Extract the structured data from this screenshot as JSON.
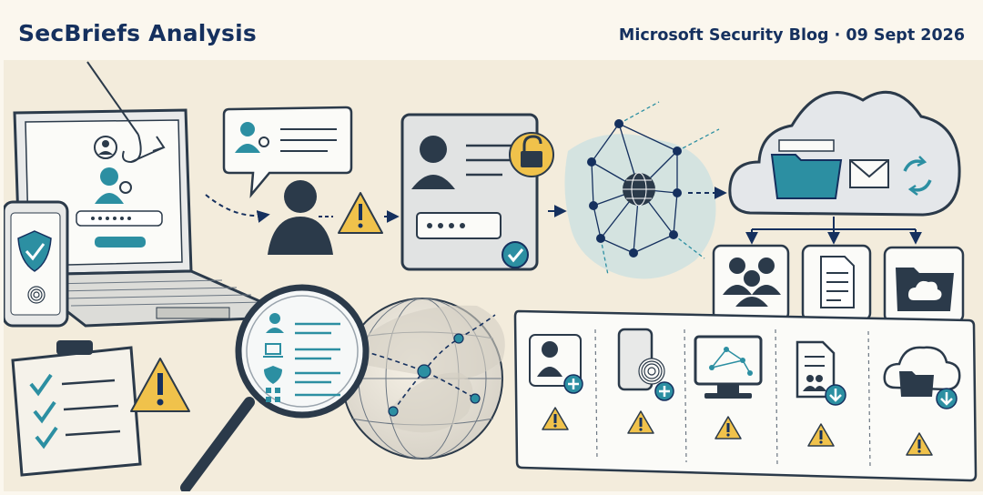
{
  "header": {
    "brand": "SecBriefs Analysis",
    "source": "Microsoft Security Blog",
    "separator": "·",
    "date": "09 Sept 2026"
  },
  "colors": {
    "navy": "#15305e",
    "teal": "#2c8fa2",
    "ink": "#2b3a4a",
    "warning": "#f0c24b",
    "paper": "#fbf7ee"
  },
  "icons": [
    "fishing-hook-icon",
    "laptop-icon",
    "phone-shield-icon",
    "fingerprint-icon",
    "chat-bubble-icon",
    "user-silhouette-icon",
    "warning-icon",
    "id-card-icon",
    "unlock-icon",
    "checkmark-icon",
    "network-globe-icon",
    "cloud-icon",
    "folder-icon",
    "envelope-icon",
    "sync-icon",
    "group-icon",
    "document-icon",
    "cloud-folder-icon",
    "clipboard-checklist-icon",
    "magnifier-icon",
    "globe-route-icon",
    "user-add-icon",
    "phone-fingerprint-icon",
    "monitor-network-icon",
    "document-download-icon",
    "cloud-download-icon"
  ]
}
